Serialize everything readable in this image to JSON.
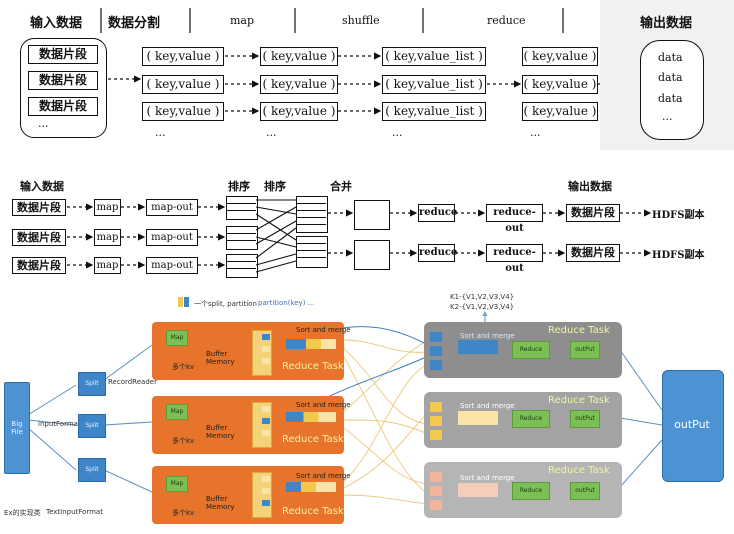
{
  "top": {
    "headers": {
      "input": "输入数据",
      "split": "数据分割",
      "map": "map",
      "shuffle": "shuffle",
      "reduce": "reduce",
      "output": "输出数据"
    },
    "input_items": [
      "数据片段",
      "数据片段",
      "数据片段",
      "..."
    ],
    "map_col1": [
      "( key,value )",
      "( key,value )",
      "( key,value )",
      "..."
    ],
    "map_col2": [
      "( key,value )",
      "( key,value )",
      "( key,value )",
      "..."
    ],
    "shuffle_col": [
      "( key,value_list )",
      "( key,value_list )",
      "( key,value_list )",
      "..."
    ],
    "reduce_col": [
      "( key,value )",
      "( key,value )",
      "( key,value )",
      "..."
    ],
    "output_items": [
      "data",
      "data",
      "data",
      "..."
    ]
  },
  "middle": {
    "headers": {
      "input": "输入数据",
      "sort1": "排序",
      "sort2": "排序",
      "merge": "合并",
      "output": "输出数据"
    },
    "rows": [
      {
        "split": "数据片段",
        "map": "map",
        "mapout": "map-out",
        "reduce": "reduce",
        "reduceout": "reduce-out",
        "out": "数据片段",
        "hdfs": "HDFS副本"
      },
      {
        "split": "数据片段",
        "map": "map",
        "mapout": "map-out",
        "reduce": "",
        "reduceout": "",
        "out": "",
        "hdfs": ""
      },
      {
        "split": "数据片段",
        "map": "map",
        "mapout": "map-out",
        "reduce": "reduce",
        "reduceout": "reduce-out",
        "out": "数据片段",
        "hdfs": "HDFS副本"
      }
    ]
  },
  "bottom": {
    "legend": "一个split, partition",
    "legend_note": "partition(key) ...",
    "big_file": "Big File",
    "input_format": "inputFormat",
    "record_reader": "RecordReader",
    "splits": [
      "Split",
      "Split",
      "Split"
    ],
    "map_label": "Map",
    "buffer": "Buffer Memory",
    "multi_kv": "多个kv",
    "sort_merge": "Sort and merge",
    "reduce_task": "Reduce Task",
    "reduce": "Reduce",
    "output_small": "outPut",
    "kv_lines": [
      "K1-{V1,V2,V3,V4}",
      "K2-{V1,V2,V3,V4}"
    ],
    "output_big": "outPut",
    "footer_left": "Ex的实现类",
    "footer_mid": "TextInputFormat"
  }
}
